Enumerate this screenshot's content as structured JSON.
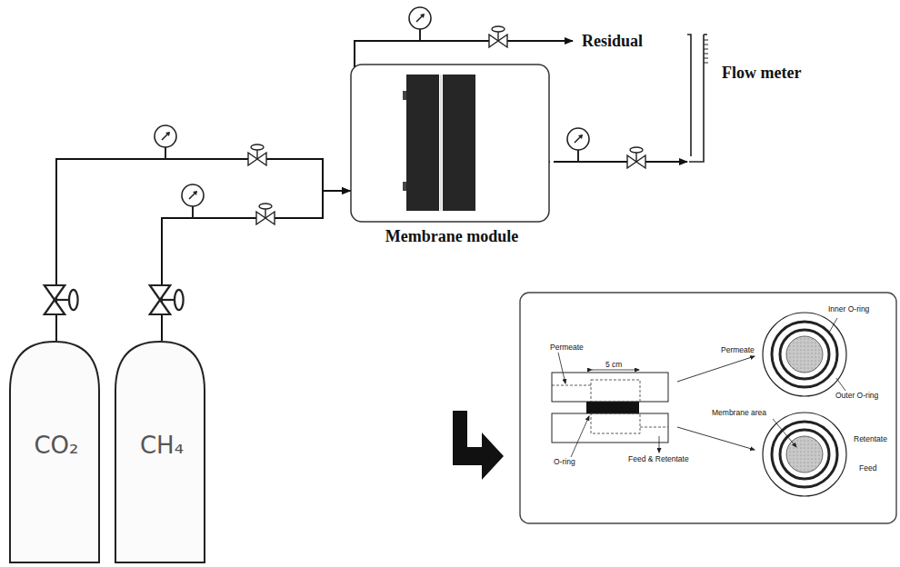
{
  "diagram": {
    "nodes": [
      {
        "text": [
          "CO₂"
        ]
      },
      {
        "text": [
          "CH₄"
        ]
      },
      {
        "text": [
          "Membrane module"
        ]
      },
      {
        "text": [
          "Flow meter"
        ]
      }
    ],
    "edges": [
      {
        "from": 0,
        "to": 2,
        "arrow": "to"
      },
      {
        "from": 1,
        "to": 2,
        "arrow": "to"
      },
      {
        "from": 2,
        "to": 3,
        "arrow": "to"
      }
    ],
    "labels": [
      "Residual",
      "Permeate",
      "5 cm",
      "O-ring",
      "Feed & Retentate",
      "Inner O-ring",
      "Permeate",
      "Outer O-ring",
      "Membrane area",
      "Retentate",
      "Feed"
    ]
  }
}
